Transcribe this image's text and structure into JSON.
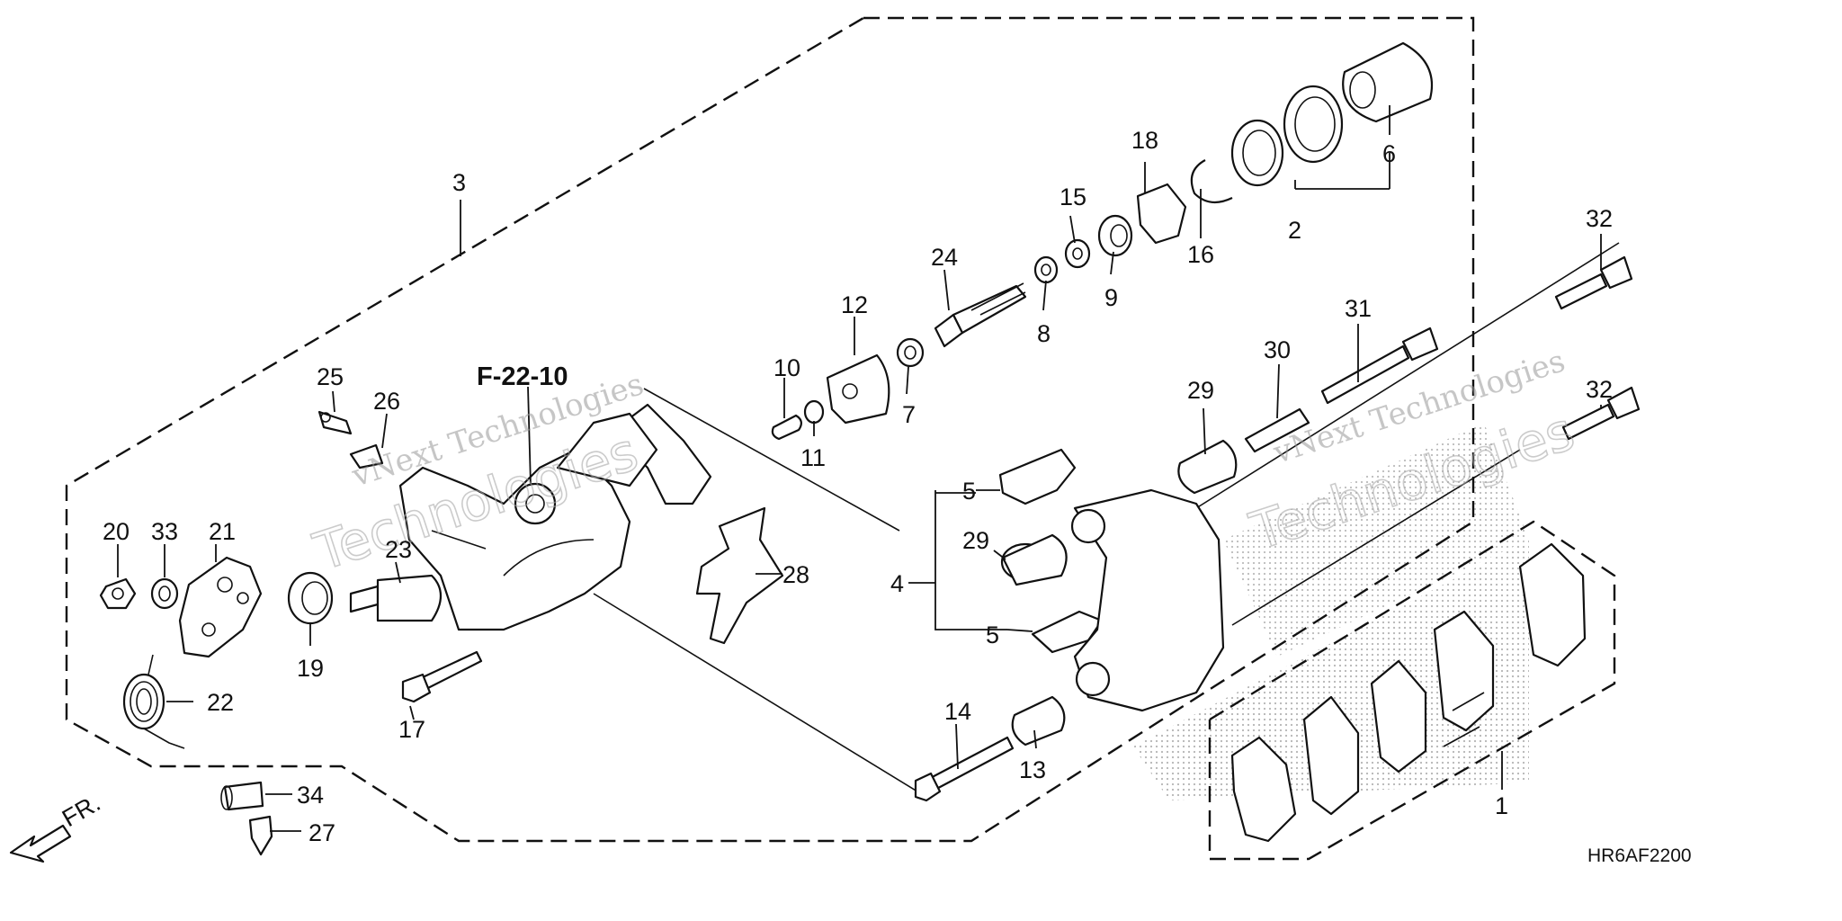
{
  "diagram": {
    "reference_code": "F-22-10",
    "drawing_number": "HR6AF2200",
    "front_indicator": "FR.",
    "watermark": {
      "line1": "vNext Technologies",
      "line2": "vNext Technologies"
    },
    "callouts": [
      "1",
      "2",
      "3",
      "4",
      "5",
      "5",
      "6",
      "7",
      "8",
      "9",
      "10",
      "11",
      "12",
      "13",
      "14",
      "15",
      "16",
      "17",
      "18",
      "19",
      "20",
      "21",
      "22",
      "23",
      "24",
      "25",
      "26",
      "27",
      "28",
      "29",
      "29",
      "30",
      "31",
      "32",
      "32",
      "33",
      "34"
    ]
  }
}
